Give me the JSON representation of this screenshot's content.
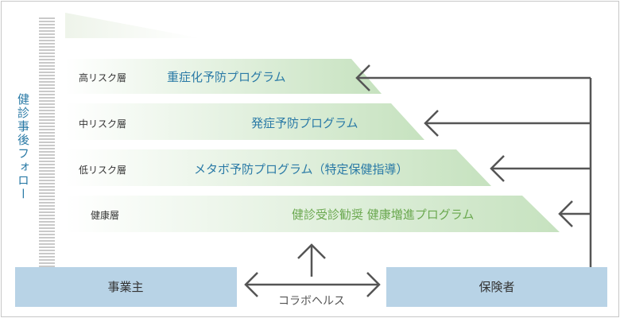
{
  "vertical_label": "健診事後フォロー",
  "layers": [
    {
      "name": "高リスク層",
      "program": "重症化予防プログラム",
      "color": "#2a7aa6"
    },
    {
      "name": "中リスク層",
      "program": "発症予防プログラム",
      "color": "#2a7aa6"
    },
    {
      "name": "低リスク層",
      "program": "メタボ予防プログラム（特定保健指導）",
      "color": "#2a7aa6"
    },
    {
      "name": "健康層",
      "program": "健診受診勧奨 健康増進プログラム",
      "color": "#6aa84f"
    }
  ],
  "boxes": {
    "employer": "事業主",
    "insurer": "保険者"
  },
  "collaboration_label": "コラボヘルス",
  "colors": {
    "box_fill": "#b8d3e6",
    "arrow": "#555555",
    "layer_fill_start": "#ffffff",
    "layer_fill_end": "#c9e3c4"
  }
}
